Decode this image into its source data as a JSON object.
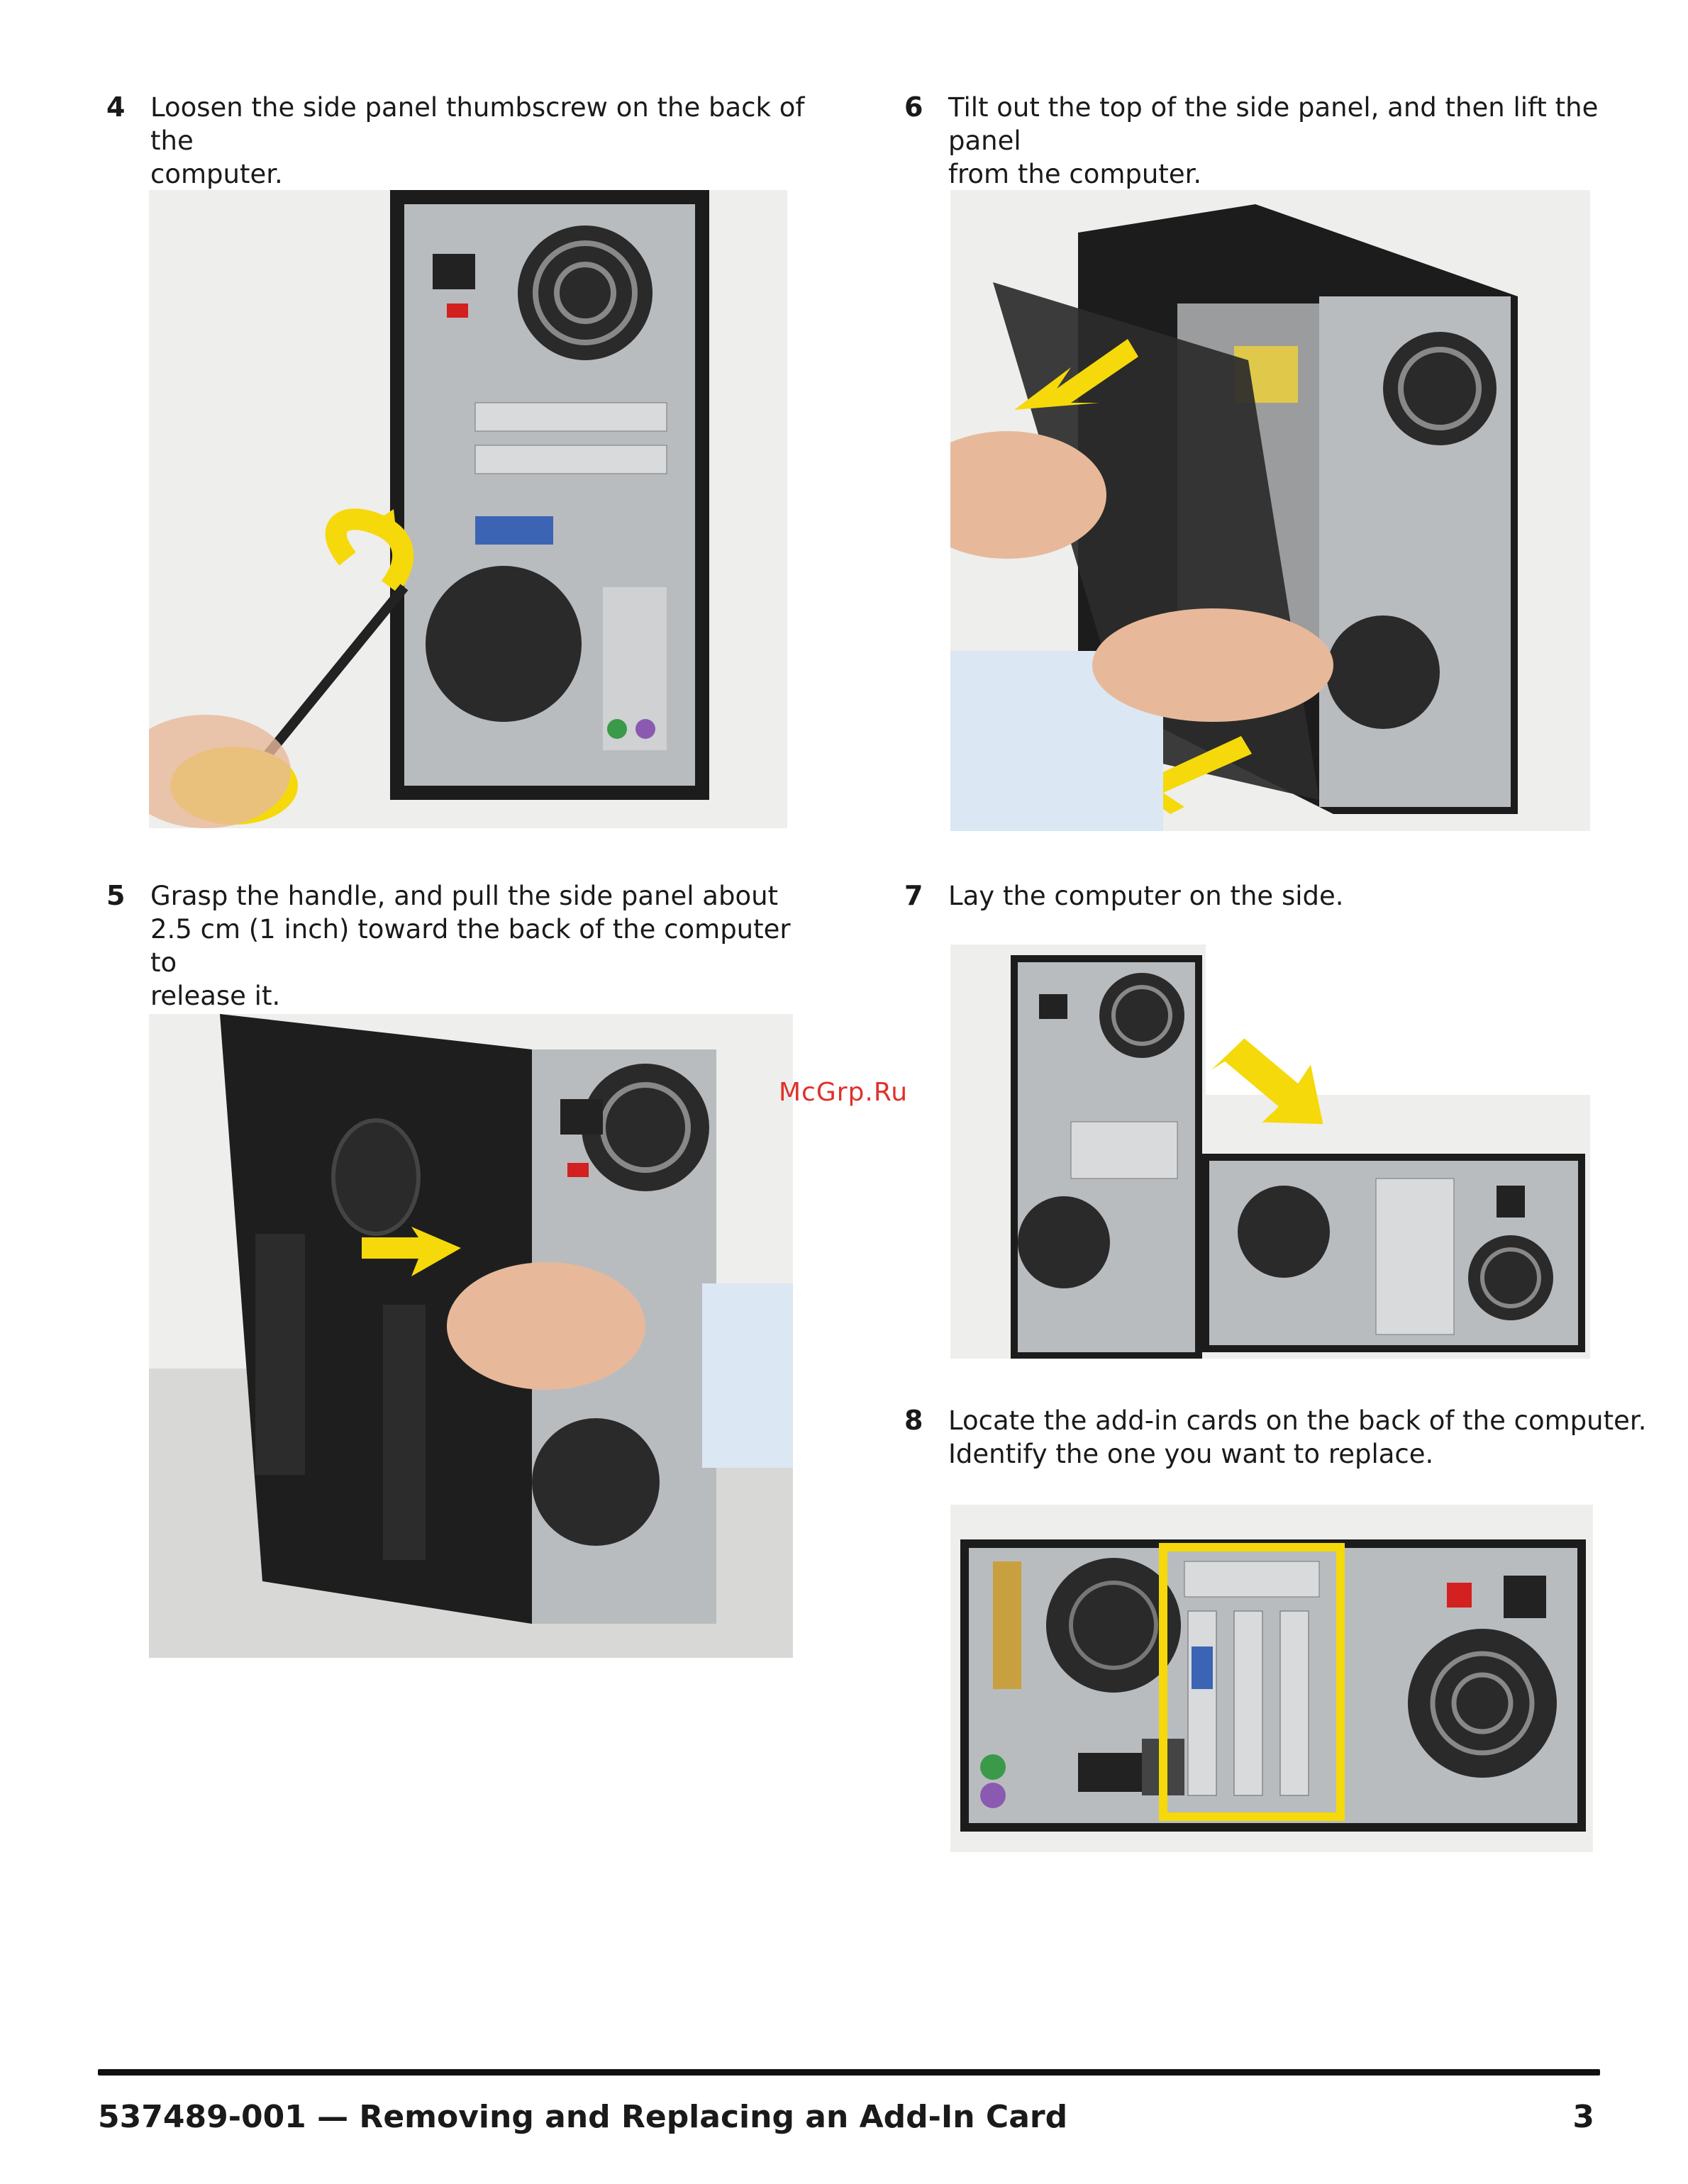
{
  "steps": [
    {
      "number": "4",
      "text": "Loosen the side panel thumbscrew on the back of the\ncomputer."
    },
    {
      "number": "5",
      "text": "Grasp the handle, and pull the side panel about\n2.5 cm (1 inch) toward the back of the computer to\nrelease it."
    },
    {
      "number": "6",
      "text": "Tilt out the top of the side panel, and then lift the panel\nfrom the computer."
    },
    {
      "number": "7",
      "text": "Lay the computer on the side."
    },
    {
      "number": "8",
      "text": "Locate the add-in cards on the back of the computer.\nIdentify the one you want to replace."
    }
  ],
  "watermark": "McGrp.Ru",
  "footer": {
    "title": "537489-001 — Removing and Replacing an Add-In Card",
    "page": "3"
  },
  "colors": {
    "highlight": "#f5d90a",
    "chassis": "#1c1c1c",
    "metal": "#b9bcbf",
    "background": "#e8e8e6"
  }
}
